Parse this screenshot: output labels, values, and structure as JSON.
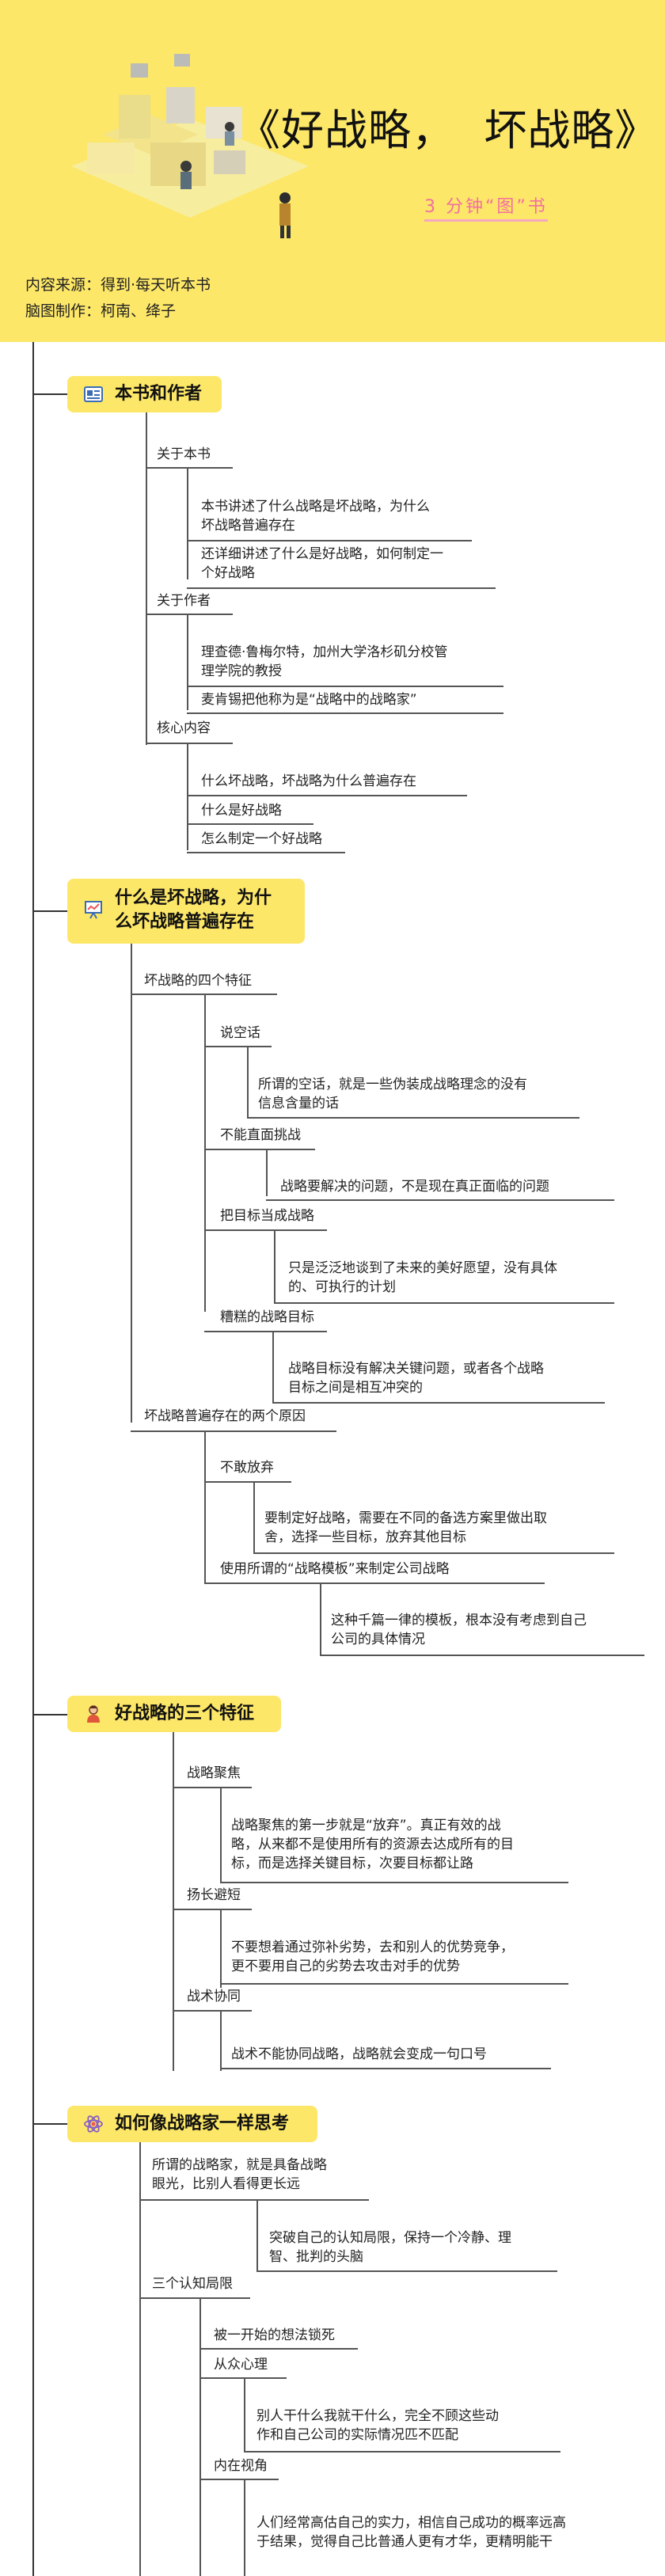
{
  "header": {
    "title": "《好战略，  坏战略》",
    "subtitle": "3 分钟“图”书",
    "source_line": "内容来源：得到·每天听本书",
    "maker_line": "脑图制作：柯南、绛子"
  },
  "sections": [
    {
      "title_lines": [
        "本书和作者"
      ],
      "icon": "card-icon",
      "nodes": [
        [
          "关于本书"
        ],
        [
          "本书讲述了什么战略是坏战略，为什么",
          "坏战略普遍存在"
        ],
        [
          "还详细讲述了什么是好战略，如何制定一",
          "个好战略"
        ],
        [
          "关于作者"
        ],
        [
          "理查德·鲁梅尔特，加州大学洛杉矶分校管",
          "理学院的教授"
        ],
        [
          "麦肯锡把他称为是“战略中的战略家”"
        ],
        [
          "核心内容"
        ],
        [
          "什么坏战略，坏战略为什么普遍存在"
        ],
        [
          "什么是好战略"
        ],
        [
          "怎么制定一个好战略"
        ]
      ]
    },
    {
      "title_lines": [
        "什么是坏战略，为什",
        "么坏战略普遍存在"
      ],
      "icon": "presentation-icon",
      "nodes": [
        [
          "坏战略的四个特征"
        ],
        [
          "说空话"
        ],
        [
          "所谓的空话，就是一些伪装成战略理念的没有",
          "信息含量的话"
        ],
        [
          "不能直面挑战"
        ],
        [
          "战略要解决的问题，不是现在真正面临的问题"
        ],
        [
          "把目标当成战略"
        ],
        [
          "只是泛泛地谈到了未来的美好愿望，没有具体",
          "的、可执行的计划"
        ],
        [
          "糟糕的战略目标"
        ],
        [
          "战略目标没有解决关键问题，或者各个战略",
          "目标之间是相互冲突的"
        ],
        [
          "坏战略普遍存在的两个原因"
        ],
        [
          "不敢放弃"
        ],
        [
          "要制定好战略，需要在不同的备选方案里做出取",
          "舍，选择一些目标，放弃其他目标"
        ],
        [
          "使用所谓的“战略模板”来制定公司战略"
        ],
        [
          "这种千篇一律的模板，根本没有考虑到自己",
          "公司的具体情况"
        ]
      ]
    },
    {
      "title_lines": [
        "好战略的三个特征"
      ],
      "icon": "person-icon",
      "nodes": [
        [
          "战略聚焦"
        ],
        [
          "战略聚焦的第一步就是“放弃”。真正有效的战",
          "略，从来都不是使用所有的资源去达成所有的目",
          "标，而是选择关键目标，次要目标都让路"
        ],
        [
          "扬长避短"
        ],
        [
          "不要想着通过弥补劣势，去和别人的优势竞争，",
          "更不要用自己的劣势去攻击对手的优势"
        ],
        [
          "战术协同"
        ],
        [
          "战术不能协同战略，战略就会变成一句口号"
        ]
      ]
    },
    {
      "title_lines": [
        "如何像战略家一样思考"
      ],
      "icon": "atom-icon",
      "nodes": [
        [
          "所谓的战略家，就是具备战略",
          "眼光，比别人看得更长远"
        ],
        [
          "突破自己的认知局限，保持一个冷静、理",
          "智、批判的头脑"
        ],
        [
          "三个认知局限"
        ],
        [
          "被一开始的想法锁死"
        ],
        [
          "从众心理"
        ],
        [
          "别人干什么我就干什么，完全不顾这些动",
          "作和自己公司的实际情况匹不匹配"
        ],
        [
          "内在视角"
        ],
        [
          "人们经常高估自己的实力，相信自己成功的概率远高",
          "于结果，觉得自己比普通人更有才华，更精明能干"
        ]
      ]
    }
  ]
}
